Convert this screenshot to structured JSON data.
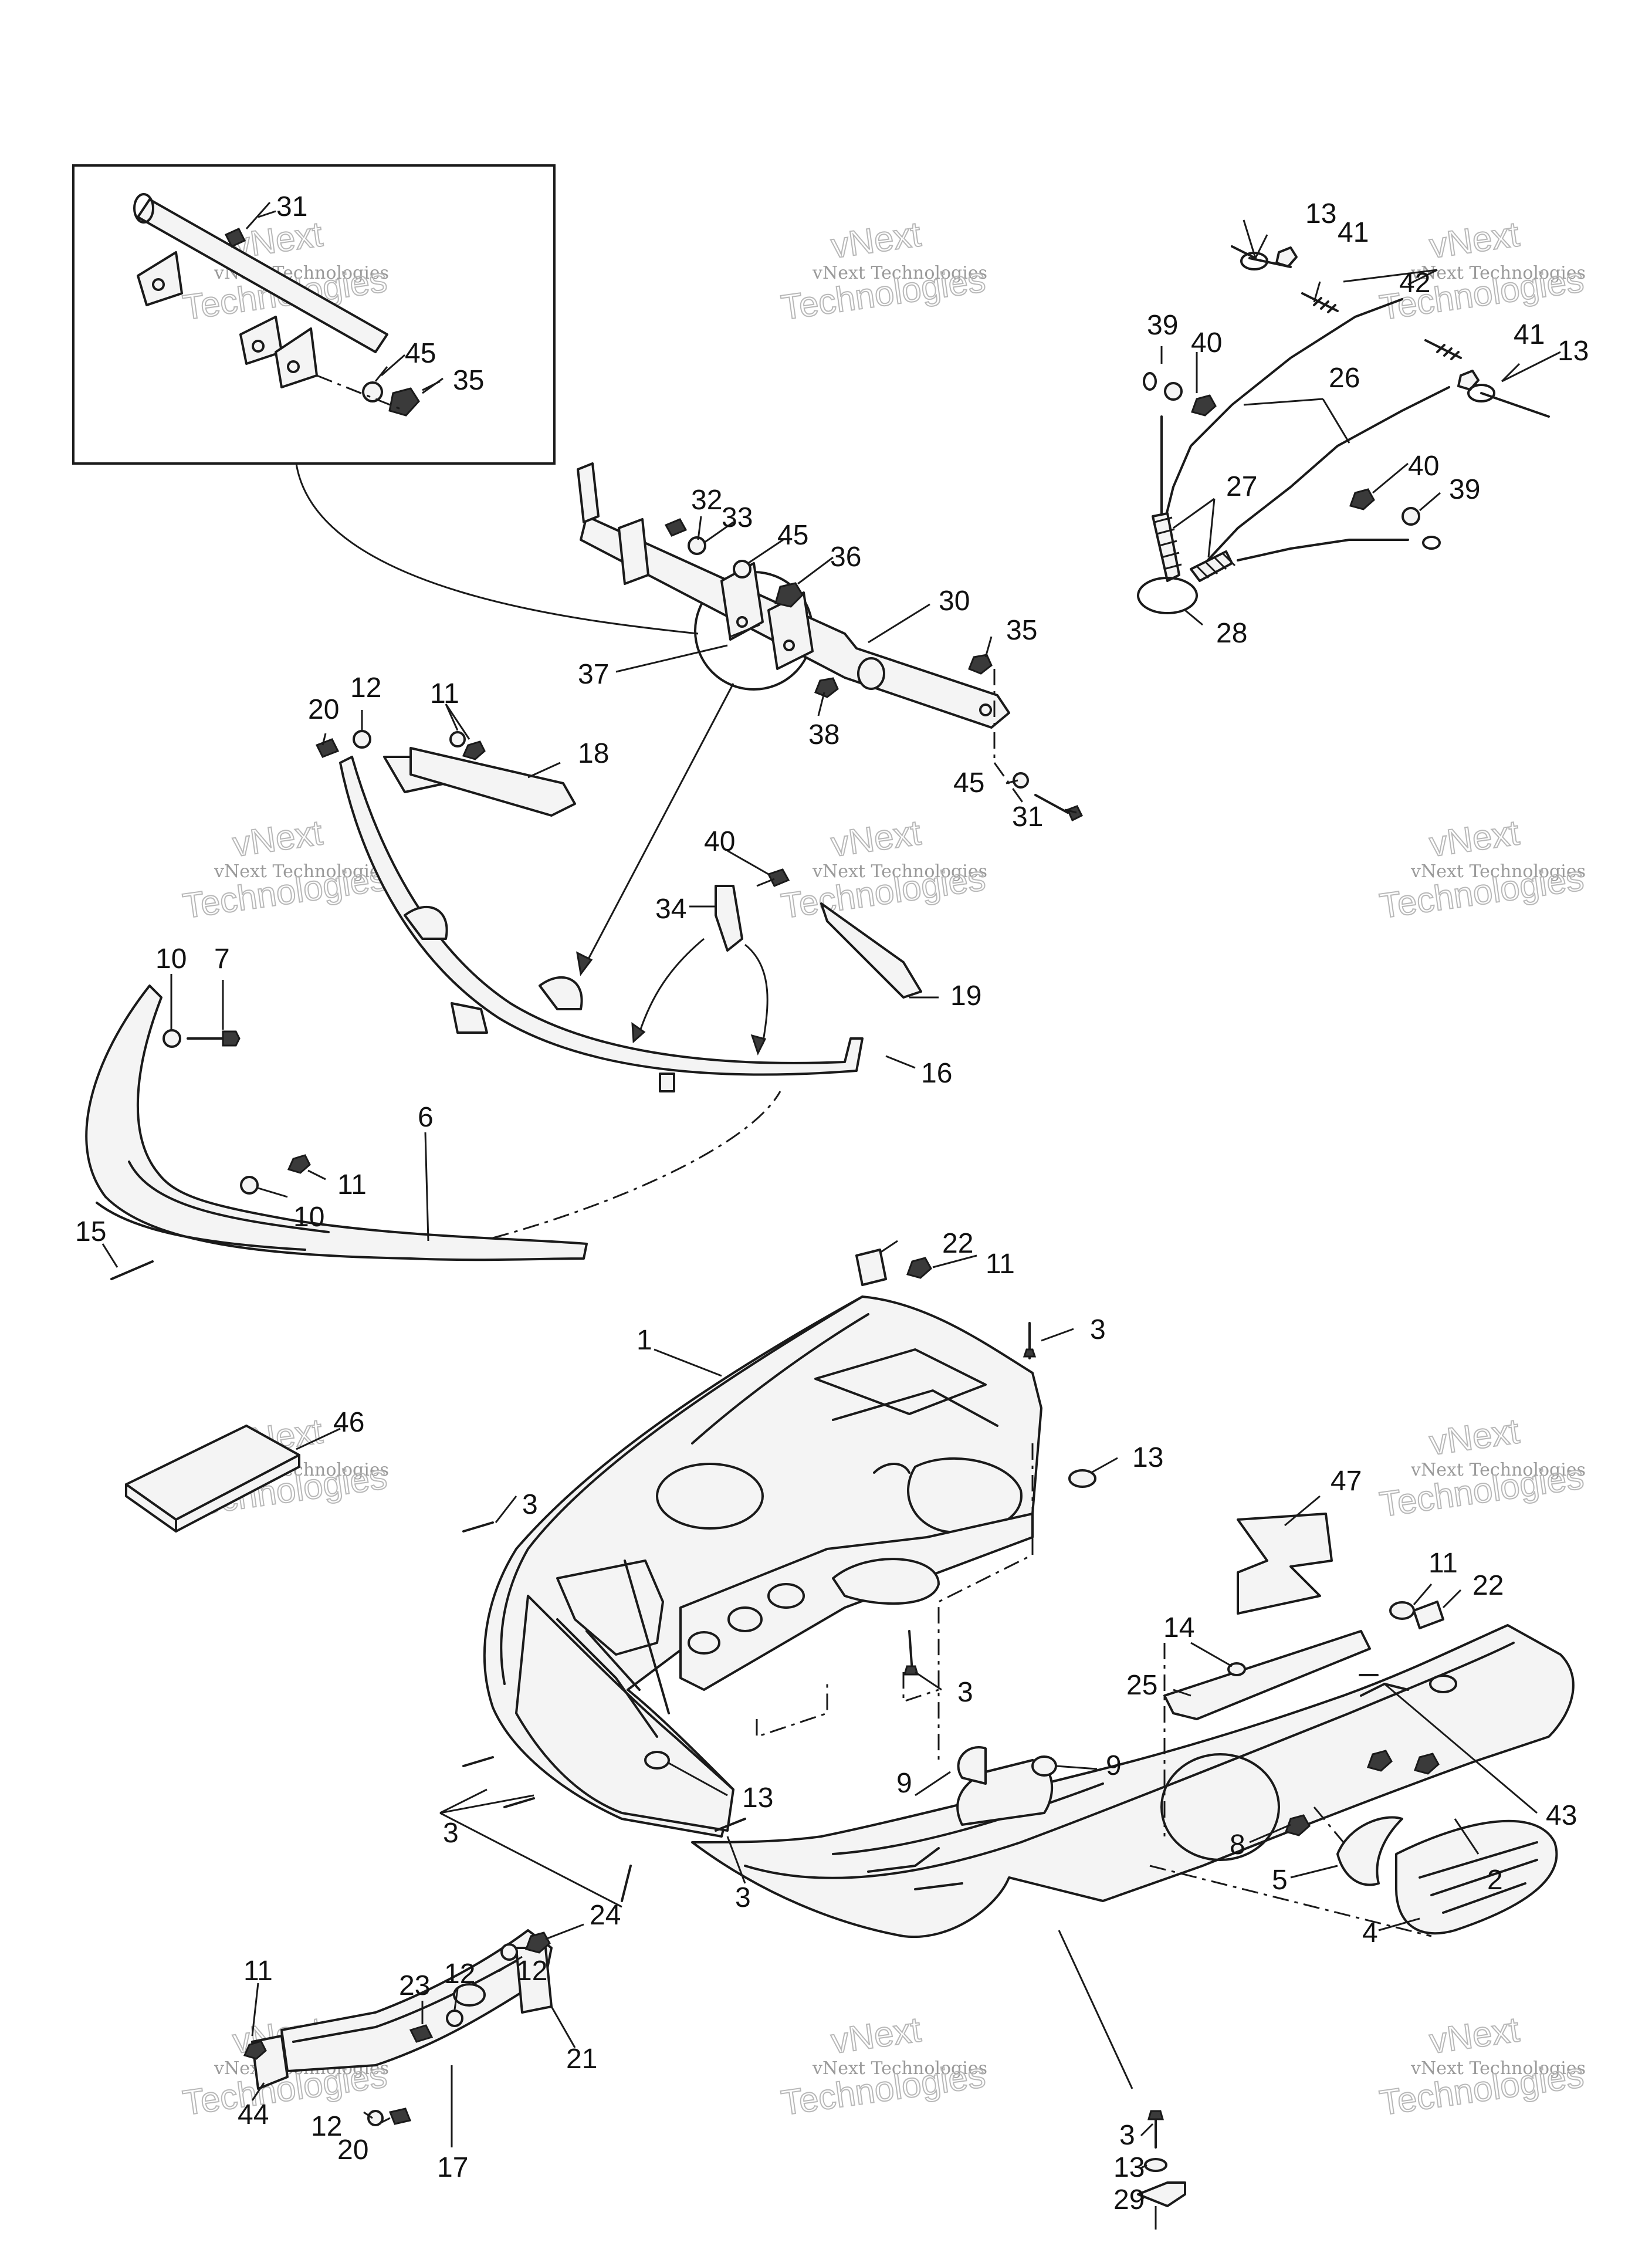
{
  "watermark": {
    "brand": "vNext",
    "line1": "vNext Technologies",
    "line2": "Technologies"
  },
  "callouts": [
    "1",
    "2",
    "3",
    "4",
    "5",
    "6",
    "7",
    "8",
    "9",
    "10",
    "11",
    "12",
    "13",
    "14",
    "15",
    "16",
    "17",
    "18",
    "19",
    "20",
    "21",
    "22",
    "23",
    "24",
    "25",
    "26",
    "27",
    "28",
    "29",
    "30",
    "31",
    "32",
    "33",
    "34",
    "35",
    "36",
    "37",
    "38",
    "39",
    "40",
    "41",
    "42",
    "43",
    "44",
    "45",
    "46",
    "47"
  ]
}
